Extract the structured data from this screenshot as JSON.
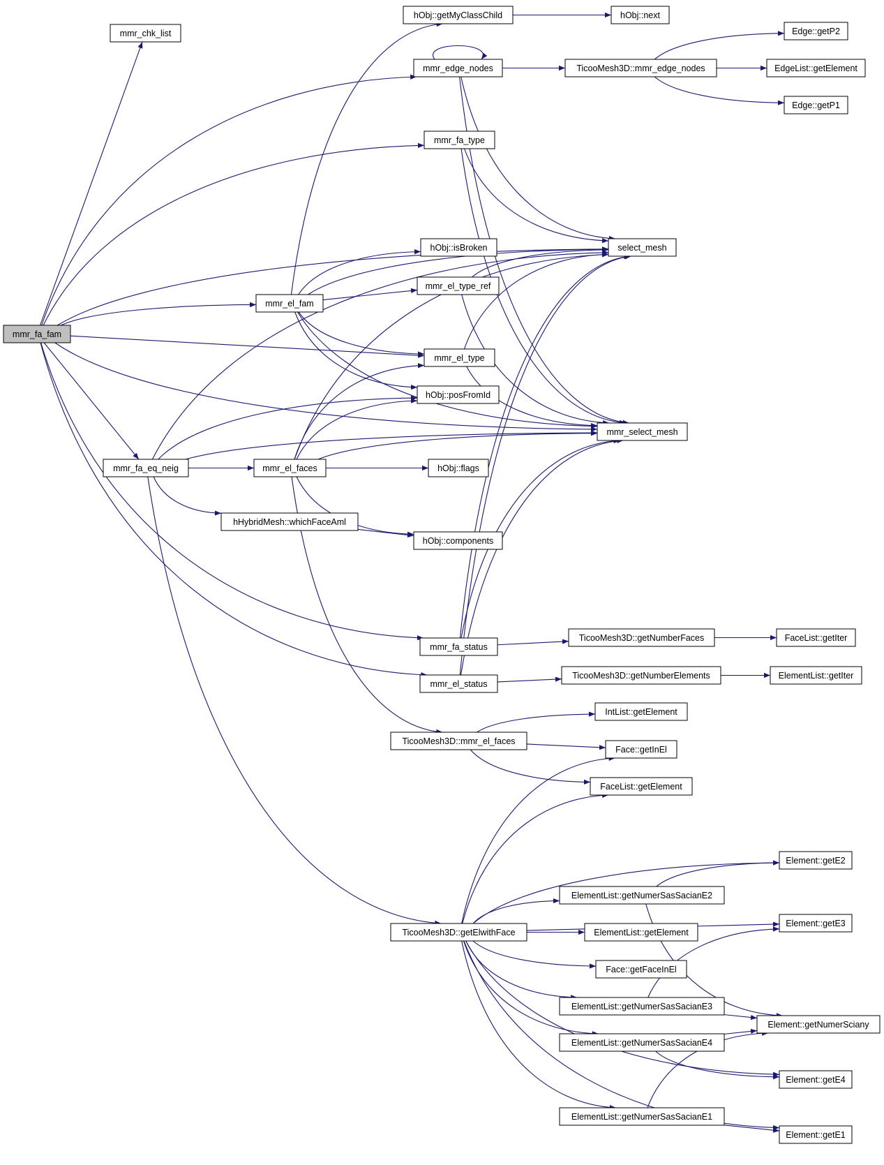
{
  "nodes": [
    {
      "id": "mmr_fa_fam",
      "label": "mmr_fa_fam",
      "root": true
    },
    {
      "id": "mmr_chk_list",
      "label": "mmr_chk_list"
    },
    {
      "id": "mmr_fa_eq_neig",
      "label": "mmr_fa_eq_neig"
    },
    {
      "id": "getMyClassChild",
      "label": "hObj::getMyClassChild"
    },
    {
      "id": "next",
      "label": "hObj::next"
    },
    {
      "id": "mmr_edge_nodes",
      "label": "mmr_edge_nodes"
    },
    {
      "id": "t3d_edge_nodes",
      "label": "TicooMesh3D::mmr_edge_nodes"
    },
    {
      "id": "edge_getP2",
      "label": "Edge::getP2"
    },
    {
      "id": "edgelist_getElement",
      "label": "EdgeList::getElement"
    },
    {
      "id": "edge_getP1",
      "label": "Edge::getP1"
    },
    {
      "id": "mmr_fa_type",
      "label": "mmr_fa_type"
    },
    {
      "id": "select_mesh",
      "label": "select_mesh"
    },
    {
      "id": "isBroken",
      "label": "hObj::isBroken"
    },
    {
      "id": "mmr_el_fam",
      "label": "mmr_el_fam"
    },
    {
      "id": "mmr_el_type_ref",
      "label": "mmr_el_type_ref"
    },
    {
      "id": "mmr_el_type",
      "label": "mmr_el_type"
    },
    {
      "id": "posFromId",
      "label": "hObj::posFromId"
    },
    {
      "id": "mmr_select_mesh",
      "label": "mmr_select_mesh"
    },
    {
      "id": "mmr_el_faces",
      "label": "mmr_el_faces"
    },
    {
      "id": "flags",
      "label": "hObj::flags"
    },
    {
      "id": "whichFaceAml",
      "label": "hHybridMesh::whichFaceAml"
    },
    {
      "id": "components",
      "label": "hObj::components"
    },
    {
      "id": "mmr_fa_status",
      "label": "mmr_fa_status"
    },
    {
      "id": "t3d_getNumberFaces",
      "label": "TicooMesh3D::getNumberFaces"
    },
    {
      "id": "facelist_getIter",
      "label": "FaceList::getIter"
    },
    {
      "id": "mmr_el_status",
      "label": "mmr_el_status"
    },
    {
      "id": "t3d_getNumberElements",
      "label": "TicooMesh3D::getNumberElements"
    },
    {
      "id": "elementlist_getIter",
      "label": "ElementList::getIter"
    },
    {
      "id": "intlist_getElement",
      "label": "IntList::getElement"
    },
    {
      "id": "t3d_el_faces",
      "label": "TicooMesh3D::mmr_el_faces"
    },
    {
      "id": "face_getInEl",
      "label": "Face::getInEl"
    },
    {
      "id": "facelist_getElement",
      "label": "FaceList::getElement"
    },
    {
      "id": "element_getE2",
      "label": "Element::getE2"
    },
    {
      "id": "getNumerSasSacianE2",
      "label": "ElementList::getNumerSasSacianE2"
    },
    {
      "id": "element_getE3",
      "label": "Element::getE3"
    },
    {
      "id": "t3d_getElwithFace",
      "label": "TicooMesh3D::getElwithFace"
    },
    {
      "id": "elementlist_getElement",
      "label": "ElementList::getElement"
    },
    {
      "id": "face_getFaceInEl",
      "label": "Face::getFaceInEl"
    },
    {
      "id": "getNumerSasSacianE3",
      "label": "ElementList::getNumerSasSacianE3"
    },
    {
      "id": "element_getNumerSciany",
      "label": "Element::getNumerSciany"
    },
    {
      "id": "getNumerSasSacianE4",
      "label": "ElementList::getNumerSasSacianE4"
    },
    {
      "id": "element_getE4",
      "label": "Element::getE4"
    },
    {
      "id": "getNumerSasSacianE1",
      "label": "ElementList::getNumerSasSacianE1"
    },
    {
      "id": "element_getE1",
      "label": "Element::getE1"
    }
  ],
  "edges": [
    [
      "mmr_fa_fam",
      "mmr_chk_list"
    ],
    [
      "mmr_fa_fam",
      "mmr_edge_nodes"
    ],
    [
      "mmr_fa_fam",
      "select_mesh"
    ],
    [
      "mmr_fa_fam",
      "mmr_fa_type"
    ],
    [
      "mmr_fa_fam",
      "mmr_el_fam"
    ],
    [
      "mmr_fa_fam",
      "mmr_el_type"
    ],
    [
      "mmr_fa_fam",
      "mmr_fa_eq_neig"
    ],
    [
      "mmr_fa_fam",
      "mmr_select_mesh"
    ],
    [
      "mmr_fa_fam",
      "mmr_fa_status"
    ],
    [
      "mmr_fa_fam",
      "mmr_el_status"
    ],
    [
      "mmr_edge_nodes",
      "mmr_edge_nodes"
    ],
    [
      "mmr_edge_nodes",
      "t3d_edge_nodes"
    ],
    [
      "mmr_edge_nodes",
      "select_mesh"
    ],
    [
      "mmr_edge_nodes",
      "mmr_select_mesh"
    ],
    [
      "t3d_edge_nodes",
      "edge_getP2"
    ],
    [
      "t3d_edge_nodes",
      "edgelist_getElement"
    ],
    [
      "t3d_edge_nodes",
      "edge_getP1"
    ],
    [
      "getMyClassChild",
      "next"
    ],
    [
      "mmr_fa_type",
      "select_mesh"
    ],
    [
      "mmr_fa_type",
      "mmr_select_mesh"
    ],
    [
      "mmr_el_fam",
      "getMyClassChild"
    ],
    [
      "mmr_el_fam",
      "select_mesh"
    ],
    [
      "mmr_el_fam",
      "isBroken"
    ],
    [
      "mmr_el_fam",
      "mmr_el_type_ref"
    ],
    [
      "mmr_el_fam",
      "mmr_el_type"
    ],
    [
      "mmr_el_fam",
      "posFromId"
    ],
    [
      "mmr_el_fam",
      "mmr_select_mesh"
    ],
    [
      "mmr_el_type_ref",
      "select_mesh"
    ],
    [
      "mmr_el_type_ref",
      "mmr_select_mesh"
    ],
    [
      "mmr_el_type",
      "select_mesh"
    ],
    [
      "mmr_el_type",
      "mmr_select_mesh"
    ],
    [
      "mmr_fa_eq_neig",
      "select_mesh"
    ],
    [
      "mmr_fa_eq_neig",
      "posFromId"
    ],
    [
      "mmr_fa_eq_neig",
      "mmr_el_faces"
    ],
    [
      "mmr_fa_eq_neig",
      "whichFaceAml"
    ],
    [
      "mmr_fa_eq_neig",
      "mmr_select_mesh"
    ],
    [
      "mmr_fa_eq_neig",
      "t3d_getElwithFace"
    ],
    [
      "mmr_el_faces",
      "mmr_el_type"
    ],
    [
      "mmr_el_faces",
      "posFromId"
    ],
    [
      "mmr_el_faces",
      "select_mesh"
    ],
    [
      "mmr_el_faces",
      "flags"
    ],
    [
      "mmr_el_faces",
      "mmr_select_mesh"
    ],
    [
      "mmr_el_faces",
      "components"
    ],
    [
      "mmr_el_faces",
      "t3d_el_faces"
    ],
    [
      "whichFaceAml",
      "components"
    ],
    [
      "mmr_fa_status",
      "select_mesh"
    ],
    [
      "mmr_fa_status",
      "mmr_select_mesh"
    ],
    [
      "mmr_fa_status",
      "t3d_getNumberFaces"
    ],
    [
      "t3d_getNumberFaces",
      "facelist_getIter"
    ],
    [
      "mmr_el_status",
      "select_mesh"
    ],
    [
      "mmr_el_status",
      "mmr_select_mesh"
    ],
    [
      "mmr_el_status",
      "t3d_getNumberElements"
    ],
    [
      "t3d_getNumberElements",
      "elementlist_getIter"
    ],
    [
      "t3d_el_faces",
      "intlist_getElement"
    ],
    [
      "t3d_el_faces",
      "face_getInEl"
    ],
    [
      "t3d_el_faces",
      "facelist_getElement"
    ],
    [
      "t3d_getElwithFace",
      "face_getInEl"
    ],
    [
      "t3d_getElwithFace",
      "facelist_getElement"
    ],
    [
      "t3d_getElwithFace",
      "element_getE2"
    ],
    [
      "t3d_getElwithFace",
      "element_getE3"
    ],
    [
      "t3d_getElwithFace",
      "getNumerSasSacianE2"
    ],
    [
      "t3d_getElwithFace",
      "elementlist_getElement"
    ],
    [
      "t3d_getElwithFace",
      "face_getFaceInEl"
    ],
    [
      "t3d_getElwithFace",
      "getNumerSasSacianE3"
    ],
    [
      "t3d_getElwithFace",
      "getNumerSasSacianE4"
    ],
    [
      "t3d_getElwithFace",
      "element_getE4"
    ],
    [
      "t3d_getElwithFace",
      "getNumerSasSacianE1"
    ],
    [
      "t3d_getElwithFace",
      "element_getE1"
    ],
    [
      "getNumerSasSacianE2",
      "element_getE2"
    ],
    [
      "getNumerSasSacianE2",
      "element_getNumerSciany"
    ],
    [
      "getNumerSasSacianE3",
      "element_getE3"
    ],
    [
      "getNumerSasSacianE3",
      "element_getNumerSciany"
    ],
    [
      "getNumerSasSacianE4",
      "element_getNumerSciany"
    ],
    [
      "getNumerSasSacianE4",
      "element_getE4"
    ],
    [
      "getNumerSasSacianE1",
      "element_getNumerSciany"
    ],
    [
      "getNumerSasSacianE1",
      "element_getE1"
    ]
  ]
}
